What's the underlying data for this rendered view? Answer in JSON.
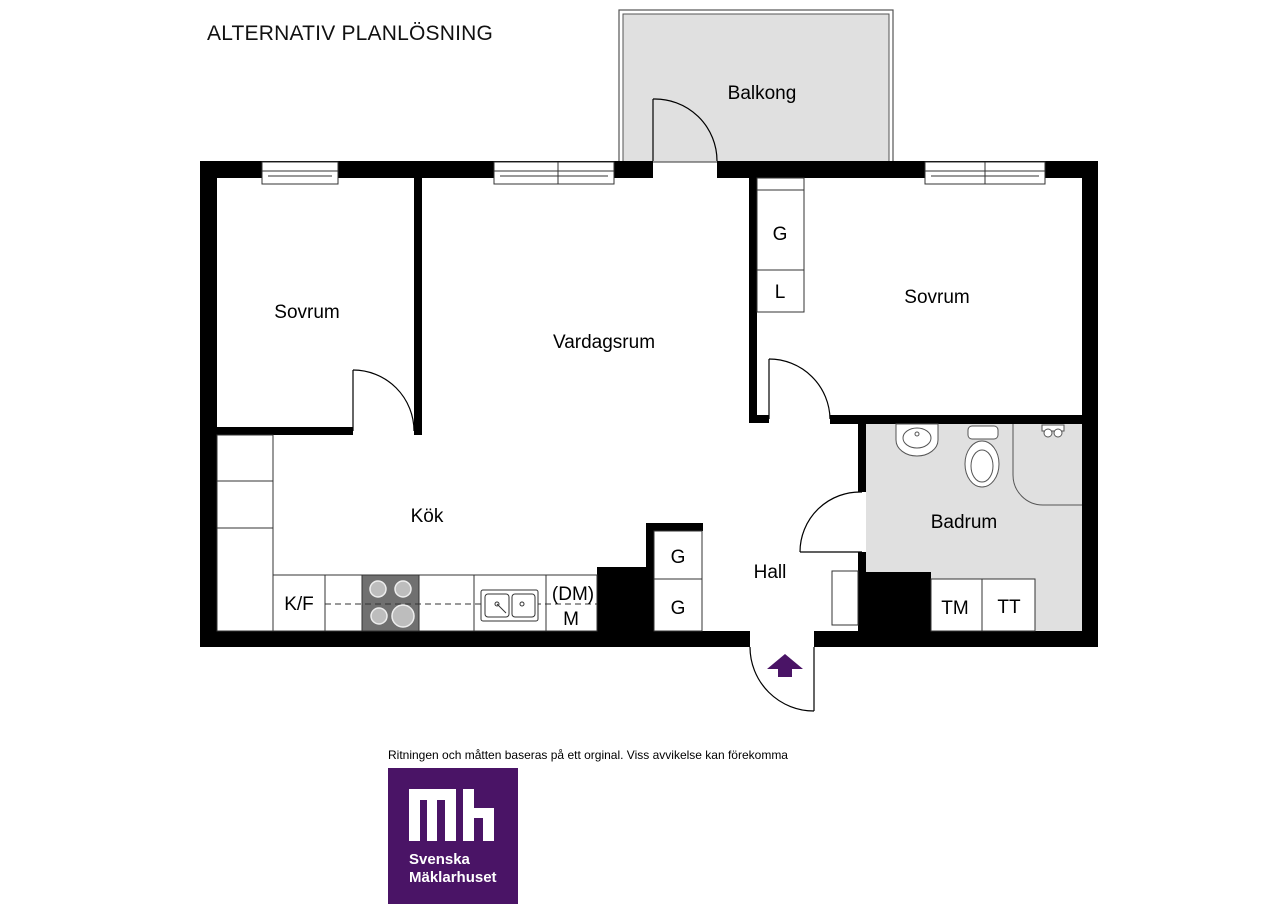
{
  "title": "ALTERNATIV PLANLÖSNING",
  "rooms": {
    "balkong": "Balkong",
    "sovrum_left": "Sovrum",
    "vardagsrum": "Vardagsrum",
    "sovrum_right": "Sovrum",
    "kok": "Kök",
    "hall": "Hall",
    "badrum": "Badrum"
  },
  "fixtures": {
    "wardrobe_g_bedroom": "G",
    "wardrobe_l_bedroom": "L",
    "wardrobe_g_hall_top": "G",
    "wardrobe_g_hall_bottom": "G",
    "fridge_freezer": "K/F",
    "dishwasher": "(DM)",
    "microwave": "M",
    "dryer": "TM",
    "drying_cabinet": "TT"
  },
  "disclaimer": "Ritningen och måtten baseras på ett orginal. Viss avvikelse kan förekomma",
  "logo": {
    "line1": "Svenska",
    "line2": "Mäklarhuset"
  },
  "colors": {
    "wall": "#000000",
    "wet_area": "#e0e0e0",
    "brand_purple": "#4a1466",
    "entrance_arrow": "#4a1466"
  }
}
